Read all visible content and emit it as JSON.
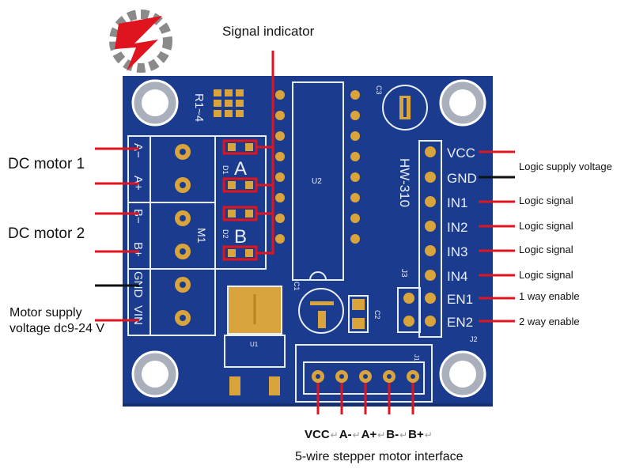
{
  "labels": {
    "signal_indicator": "Signal indicator",
    "dc_motor_1": "DC motor 1",
    "dc_motor_2": "DC motor 2",
    "motor_supply_line1": "Motor supply",
    "motor_supply_line2": "voltage dc9-24 V",
    "logic_supply_voltage": "Logic supply voltage",
    "logic_signal": "Logic signal",
    "one_way_enable": "1 way enable",
    "two_way_enable": "2 way enable",
    "stepper_interface": "5-wire stepper motor interface"
  },
  "stepper_pins": [
    "VCC",
    "A-",
    "A+",
    "B-",
    "B+"
  ],
  "stepper_pin_separator": "↵",
  "board": {
    "model": "HW-310",
    "silk_resistors": "R1~4",
    "silk_a": "A",
    "silk_b": "B",
    "silk_d1": "D1",
    "silk_d2": "D2",
    "silk_m1": "M1",
    "silk_u1": "U1",
    "silk_u2": "U2",
    "silk_c1": "C1",
    "silk_c2": "C2",
    "silk_c3": "C3",
    "silk_j1": "J1",
    "silk_j2": "J2",
    "silk_j3": "J3",
    "left_terminals": [
      "A−",
      "A+",
      "B−",
      "B+",
      "GND",
      "VIN"
    ],
    "right_header": [
      "VCC",
      "GND",
      "IN1",
      "IN2",
      "IN3",
      "IN4",
      "EN1",
      "EN2"
    ]
  },
  "colors": {
    "pcb": "#1b3c8e",
    "pcb_dark": "#14306f",
    "silk": "#e8eefc",
    "gold": "#d9a43b",
    "leader_red": "#e0141e",
    "leader_black": "#111111",
    "terminal": "#2a4fa8",
    "logo_red": "#e0141e",
    "logo_gray": "#8a8a8a"
  }
}
